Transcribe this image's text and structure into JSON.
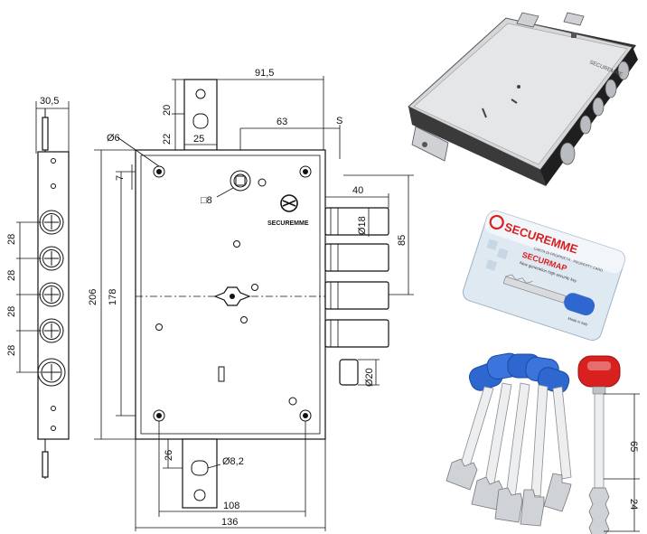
{
  "dimensions": {
    "side_width": "30,5",
    "pitch": "28",
    "total_height": "206",
    "bolt_span": "178",
    "hole_dia": "Ø6",
    "tab_20": "20",
    "tab_22": "22",
    "tab_25": "25",
    "width_top": "91,5",
    "backset": "63",
    "s_label": "S",
    "spindle_square": "□8",
    "bolt_throw": "40",
    "bolt_dia": "Ø18",
    "bolt_spacing": "85",
    "deadbolt_dia": "Ø20",
    "offset_7": "7",
    "bottom_26": "26",
    "bottom_hole": "Ø8,2",
    "bottom_108": "108",
    "bottom_136": "136",
    "key_length": "65",
    "key_tip": "24"
  },
  "card": {
    "brand": "SECUREMME",
    "line1": "CARTA DI PROPRIETÀ · PROPERTY CARD",
    "brand2": "SECURMAP",
    "tagline": "New generation high security key",
    "made_in": "Made in Italy"
  },
  "logo_text": "SECUREMME",
  "colors": {
    "red": "#d8201f",
    "blue": "#2f67d0",
    "card_bg": "#dfe9f2",
    "steel": "#d7d9dc",
    "dark": "#2a2a2a"
  }
}
